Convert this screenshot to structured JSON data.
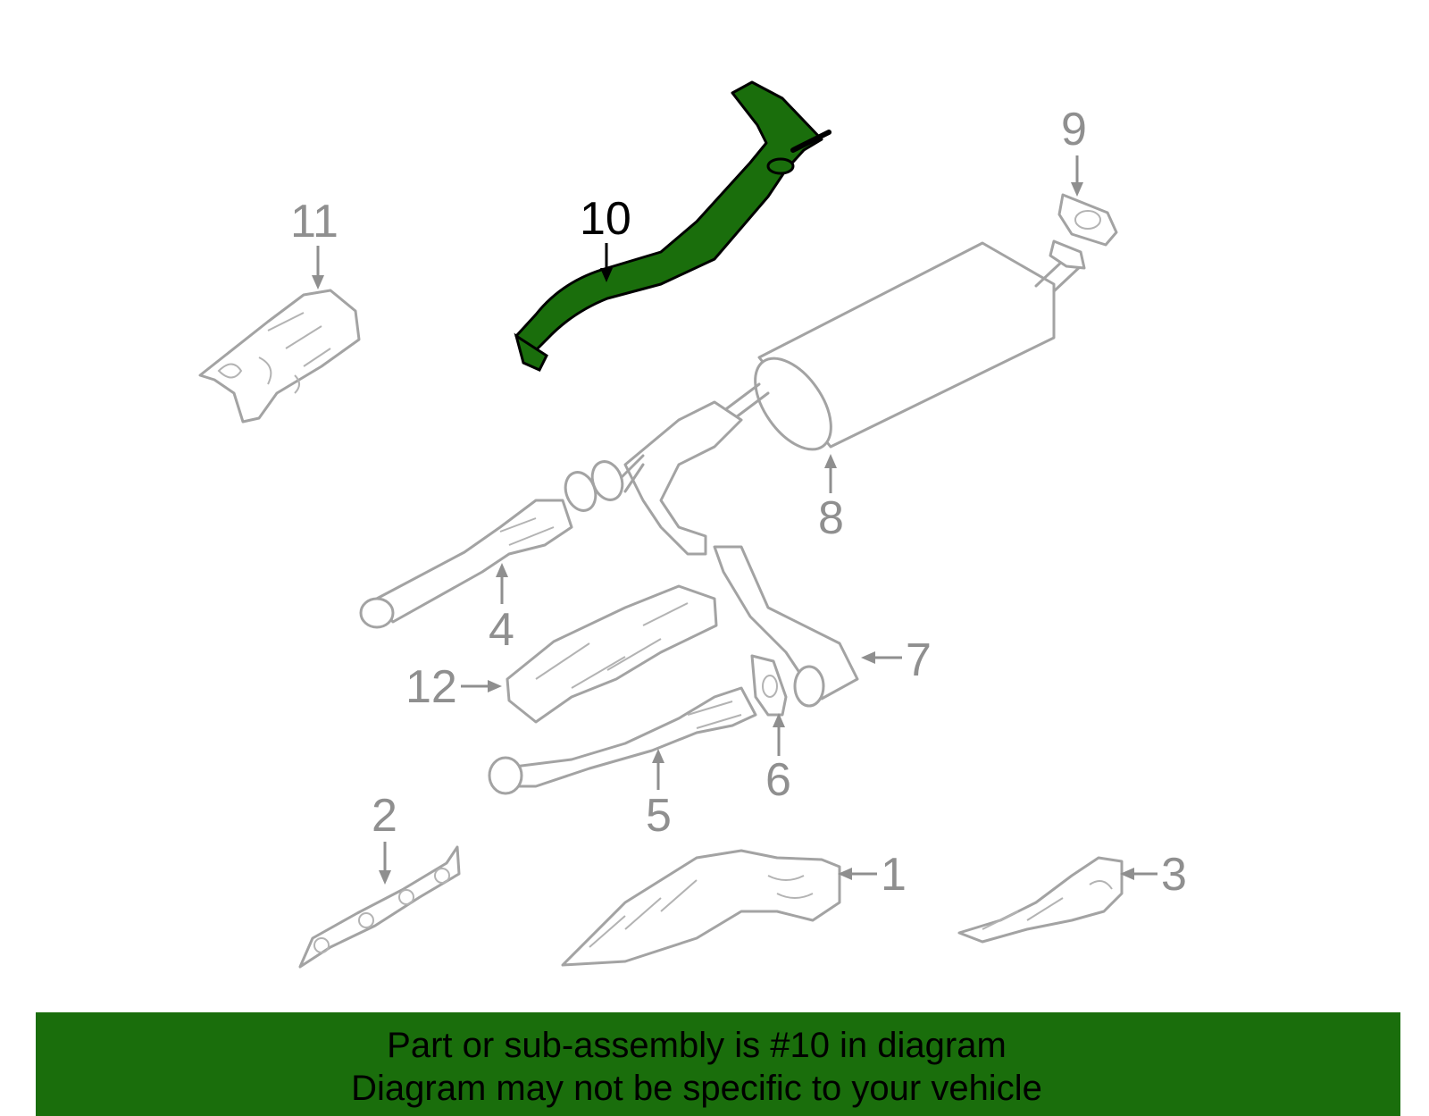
{
  "diagram": {
    "highlighted_part": "10",
    "highlight_color": "#1a6e0c",
    "part_color": "#a3a3a3",
    "callouts": [
      "1",
      "2",
      "3",
      "4",
      "5",
      "6",
      "7",
      "8",
      "9",
      "10",
      "11",
      "12"
    ]
  },
  "banner": {
    "line1": "Part or sub-assembly is #10 in diagram",
    "line2": "Diagram may not be specific to your vehicle",
    "background": "#1a6e0c"
  }
}
